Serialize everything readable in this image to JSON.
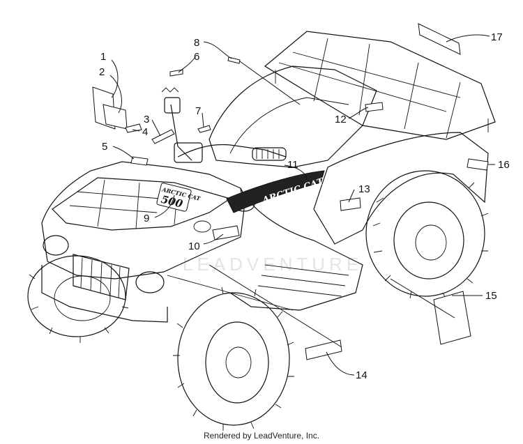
{
  "callouts": [
    {
      "id": "1",
      "label": "1"
    },
    {
      "id": "2",
      "label": "2"
    },
    {
      "id": "3",
      "label": "3"
    },
    {
      "id": "4",
      "label": "4"
    },
    {
      "id": "5",
      "label": "5"
    },
    {
      "id": "6",
      "label": "6"
    },
    {
      "id": "7",
      "label": "7"
    },
    {
      "id": "8",
      "label": "8"
    },
    {
      "id": "9",
      "label": "9"
    },
    {
      "id": "10",
      "label": "10"
    },
    {
      "id": "11",
      "label": "11"
    },
    {
      "id": "12",
      "label": "12"
    },
    {
      "id": "13",
      "label": "13"
    },
    {
      "id": "14",
      "label": "14"
    },
    {
      "id": "15",
      "label": "15"
    },
    {
      "id": "16",
      "label": "16"
    },
    {
      "id": "17",
      "label": "17"
    }
  ],
  "decal_text": {
    "brand": "ARCTIC CAT",
    "model": "500"
  },
  "watermark": "LEADVENTURE",
  "footer": "Rendered by LeadVenture, Inc."
}
